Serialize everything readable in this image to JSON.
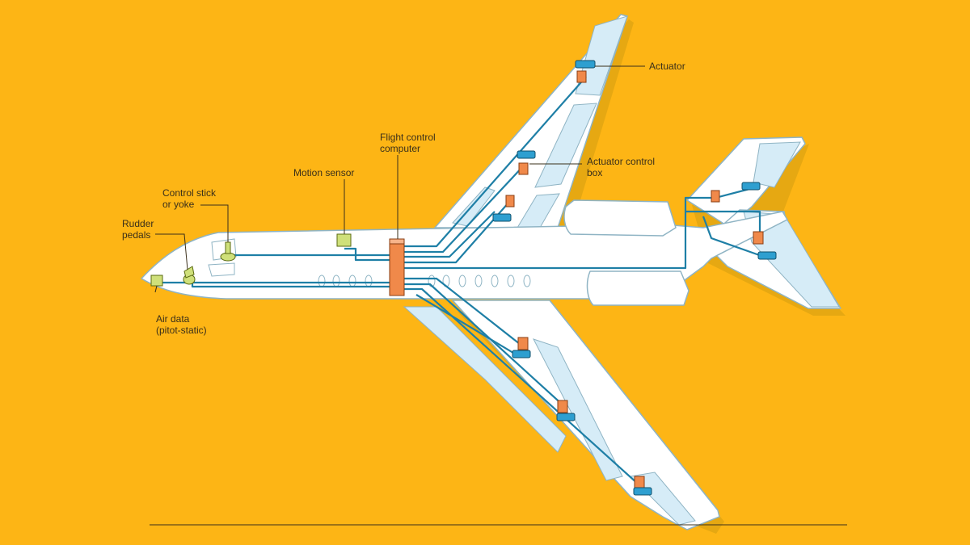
{
  "labels": {
    "actuator": "Actuator",
    "flight_control_computer_1": "Flight control",
    "flight_control_computer_2": "computer",
    "motion_sensor": "Motion sensor",
    "actuator_control_box_1": "Actuator control",
    "actuator_control_box_2": "box",
    "control_stick_1": "Control stick",
    "control_stick_2": "or yoke",
    "rudder_pedals_1": "Rudder",
    "rudder_pedals_2": "pedals",
    "air_data_1": "Air data",
    "air_data_2": "(pitot-static)"
  },
  "colors": {
    "background": "#FDB515",
    "airframe": "#FFFFFF",
    "control_surface": "#D6ECF7",
    "wiring": "#1E7FA6",
    "actuator": "#2E9FD0",
    "control_box": "#F0894A",
    "sensor": "#CFE07A"
  }
}
